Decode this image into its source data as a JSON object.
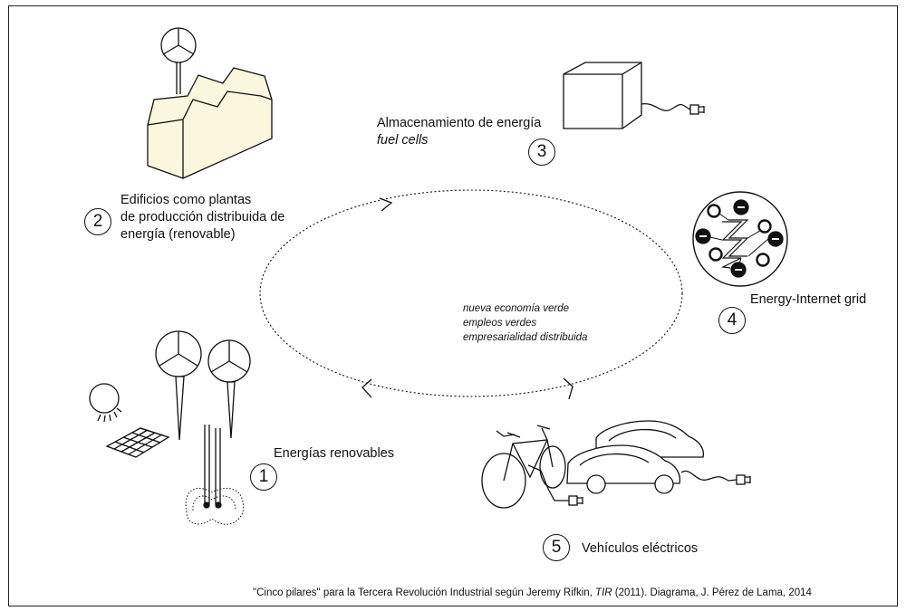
{
  "pillars": [
    {
      "number": "1",
      "lines": [
        "Energías renovables"
      ]
    },
    {
      "number": "2",
      "lines": [
        "Edificios como plantas",
        "de producción distribuida de",
        "energía (renovable)"
      ]
    },
    {
      "number": "3",
      "lines": [
        "Almacenamiento de energía"
      ],
      "sub": "fuel cells"
    },
    {
      "number": "4",
      "lines": [
        "Energy-Internet grid"
      ]
    },
    {
      "number": "5",
      "lines": [
        "Vehículos eléctricos"
      ]
    }
  ],
  "center_lines": [
    "nueva economía verde",
    "empleos verdes",
    "empresarialidad distribuida"
  ],
  "caption": {
    "before": "\"Cinco pilares\" para la Tercera Revolución Industrial según Jeremy Rifkin, ",
    "italic": "TIR",
    "after": " (2011). Diagrama, J. Pérez de Lama, 2014"
  },
  "colors": {
    "building_fill": "#fbf7de",
    "stroke": "#111111"
  },
  "icons": [
    "wind-turbine-icon",
    "sun-icon",
    "solar-panel-icon",
    "geothermal-well-icon",
    "factory-building-icon",
    "storage-box-icon",
    "plug-icon",
    "grid-disc-icon",
    "bicycle-icon",
    "car-icon"
  ]
}
